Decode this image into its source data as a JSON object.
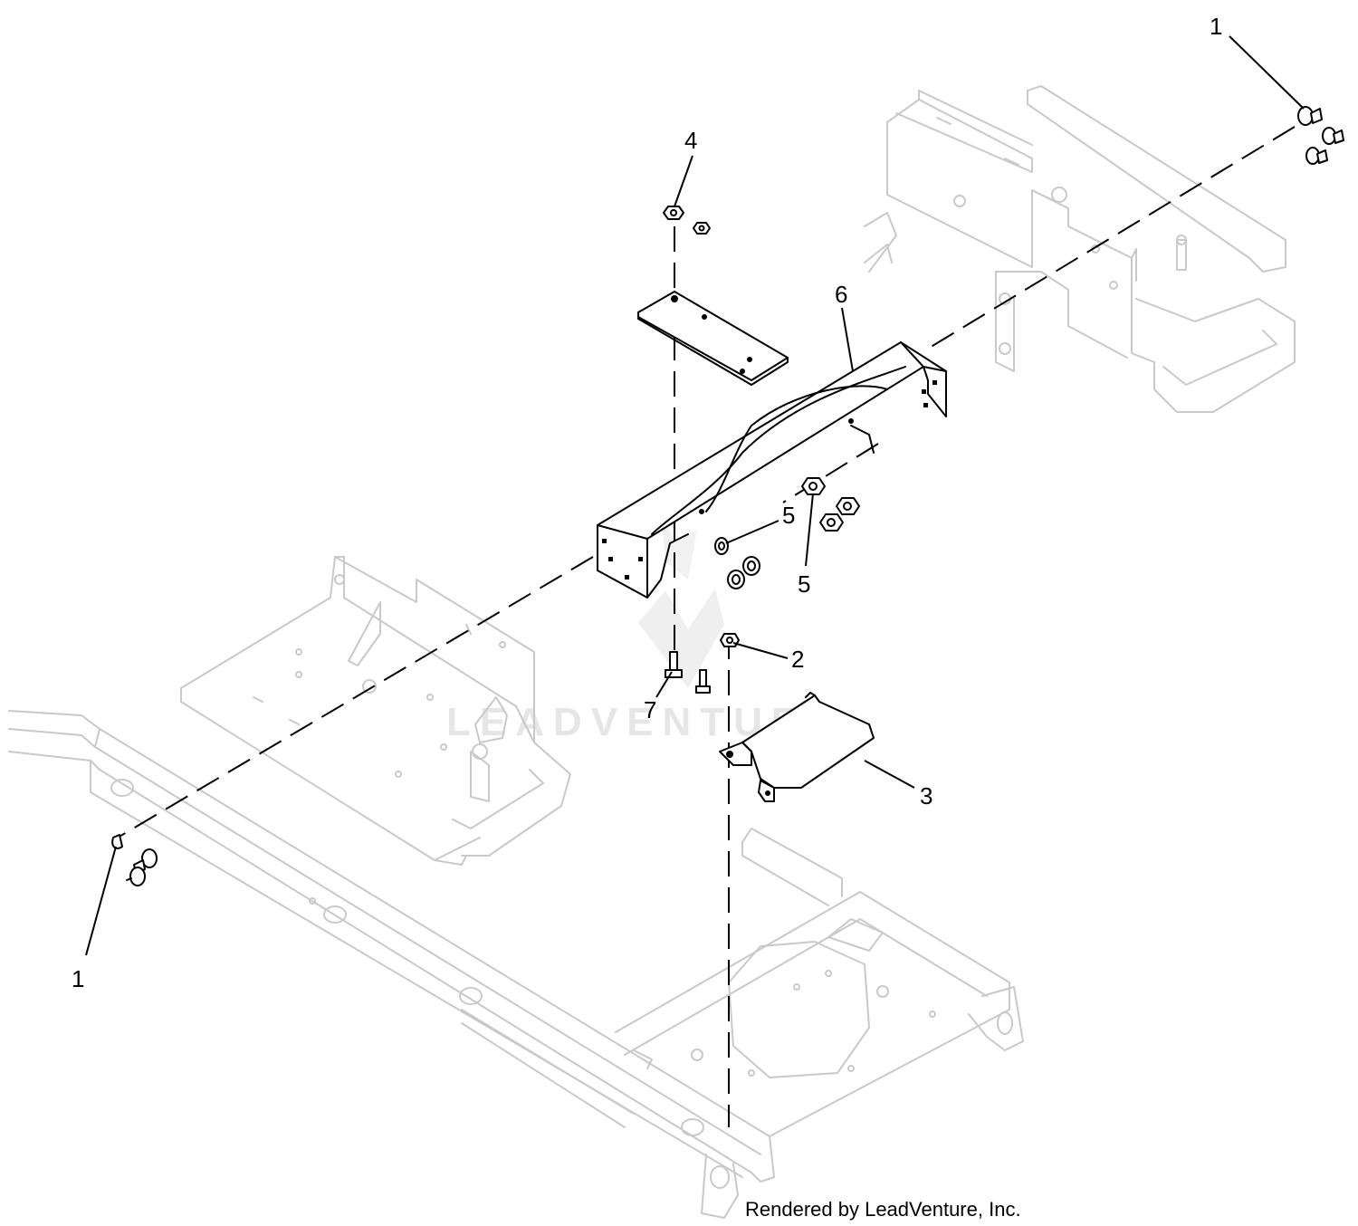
{
  "callouts": {
    "top_right": "1",
    "bottom_left": "1",
    "bolt_2": "2",
    "shield_3": "3",
    "nut_4": "4",
    "washer_5_left": "5",
    "nut_5_right": "5",
    "crossmember_6": "6",
    "bolt_7": "7"
  },
  "watermark": "LEADVENTURE",
  "credit": "Rendered by LeadVenture, Inc.",
  "colors": {
    "part": "#000000",
    "context": "#c9c9c9",
    "watermark": "#e6e6e6",
    "background": "#ffffff"
  }
}
